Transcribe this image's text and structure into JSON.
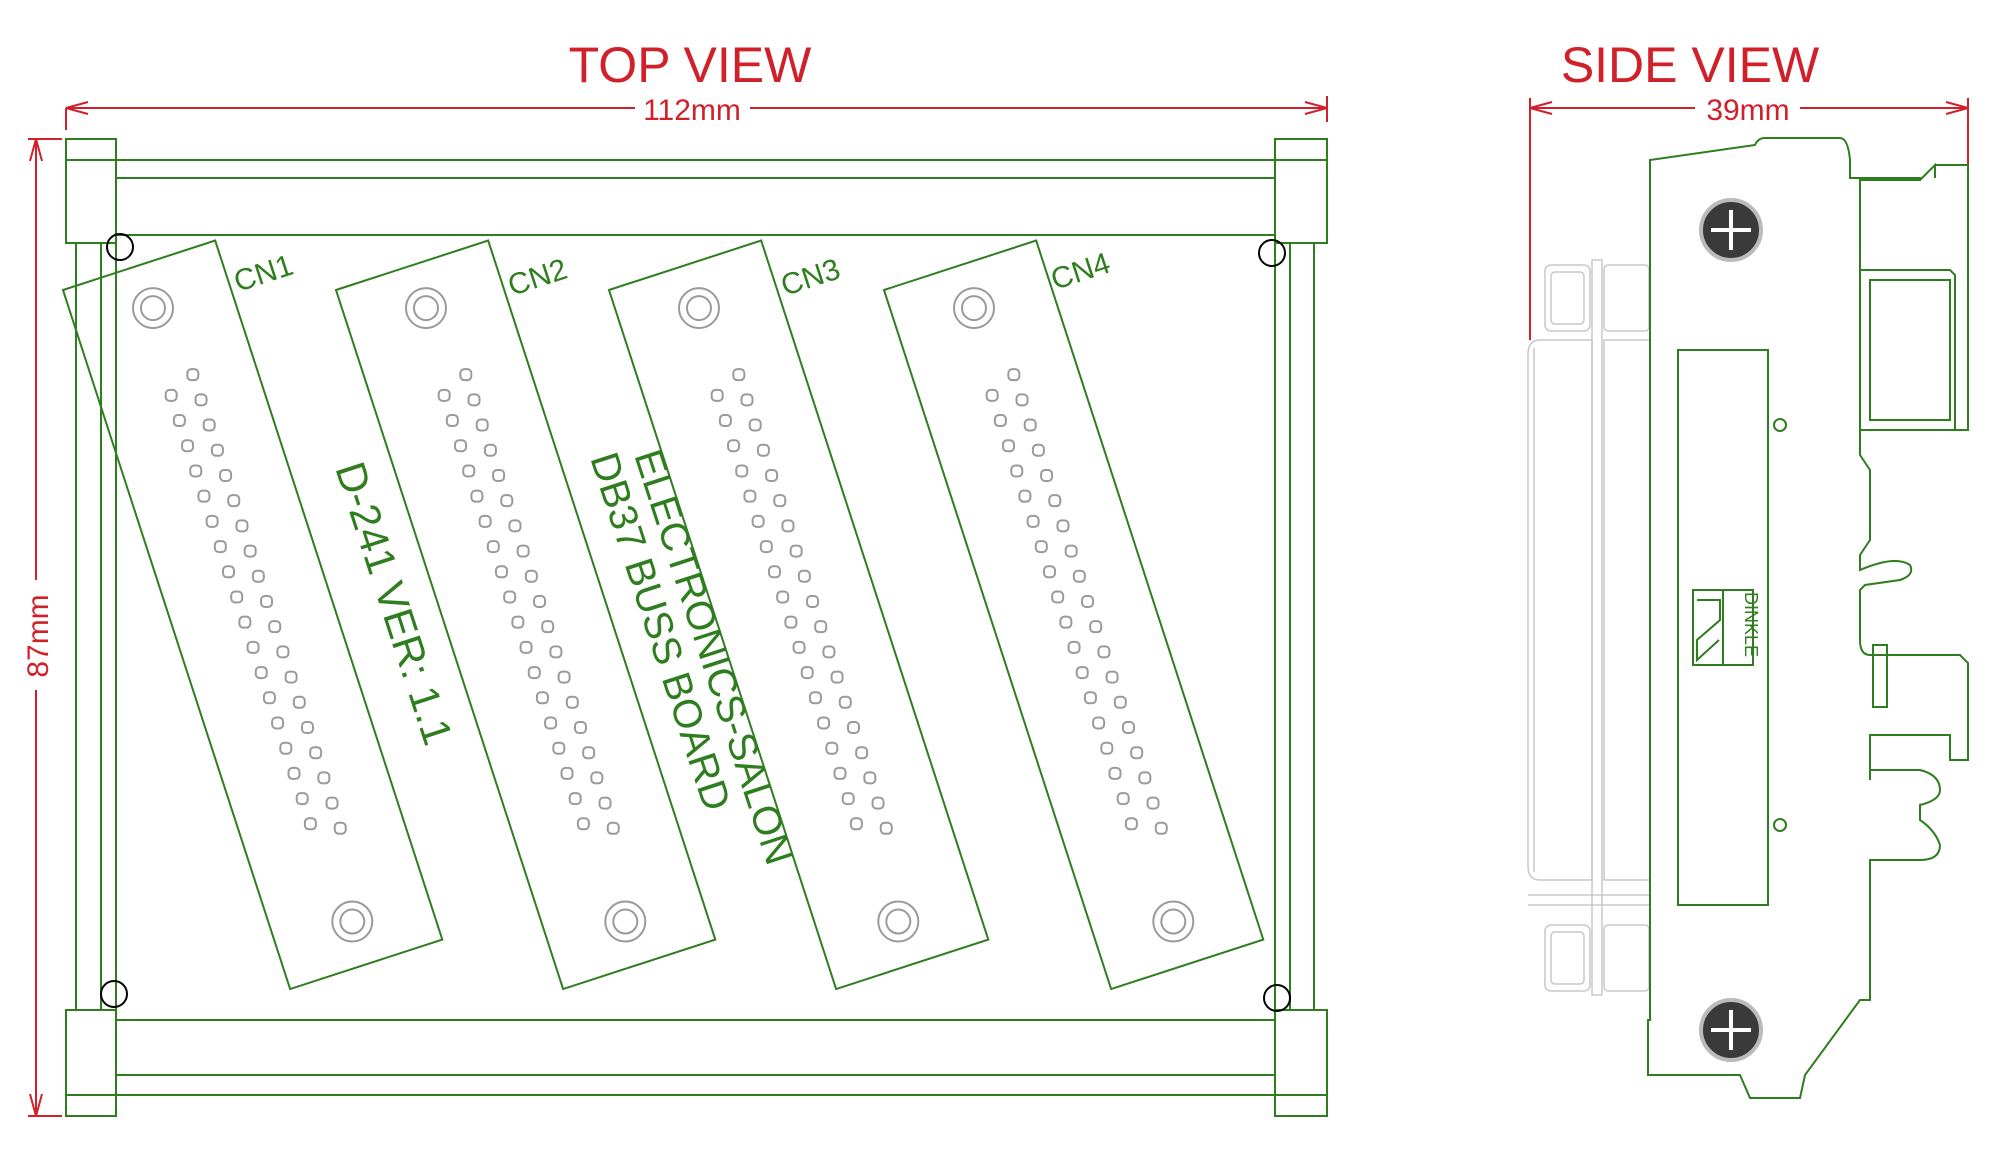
{
  "top_view": {
    "title": "TOP VIEW",
    "width_label": "112mm",
    "height_label": "87mm",
    "board_text_1": "D-241 VER: 1.1",
    "board_text_2": "ELECTRONICS-SALON",
    "board_text_3": "DB37 BUSS BOARD",
    "connectors": [
      {
        "label": "CN1"
      },
      {
        "label": "CN2"
      },
      {
        "label": "CN3"
      },
      {
        "label": "CN4"
      }
    ]
  },
  "side_view": {
    "title": "SIDE VIEW",
    "width_label": "39mm",
    "brand": "DINKLE"
  },
  "colors": {
    "dimension": "#d0202a",
    "pcb": "#2e7d1e",
    "connector_body": "#9a9a9a"
  }
}
